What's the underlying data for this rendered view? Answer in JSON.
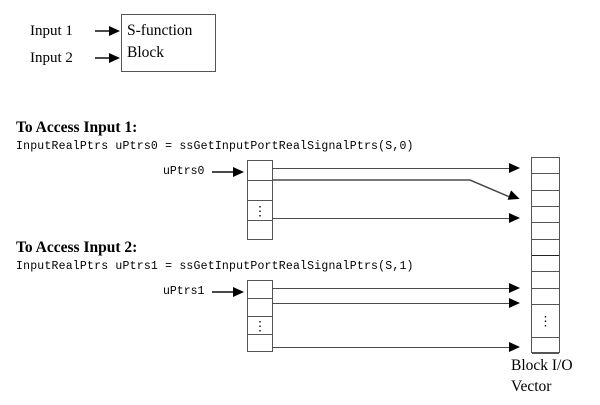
{
  "diagram": {
    "title_block": {
      "line1": "S-function",
      "line2": "Block"
    },
    "inputs": [
      {
        "label": "Input 1"
      },
      {
        "label": "Input 2"
      }
    ],
    "sections": [
      {
        "heading": "To Access Input 1:",
        "code": "InputRealPtrs uPtrs0 = ssGetInputPortRealSignalPtrs(S,0)",
        "pointer_label": "uPtrs0",
        "cells": [
          "",
          "",
          "⋮",
          ""
        ]
      },
      {
        "heading": "To Access Input 2:",
        "code": "InputRealPtrs uPtrs1 = ssGetInputPortRealSignalPtrs(S,1)",
        "pointer_label": "uPtrs1",
        "cells": [
          "",
          "",
          "⋮",
          ""
        ]
      }
    ],
    "io_vector": {
      "caption_line1": "Block I/O",
      "caption_line2": "Vector",
      "cells": [
        "",
        "",
        "",
        "",
        "",
        "",
        "",
        "",
        "",
        "⋮",
        "",
        ""
      ]
    },
    "colors": {
      "stroke": "#555555",
      "arrow": "#000000",
      "line": "#4a4a4a",
      "text": "#000000",
      "background": "#ffffff"
    }
  }
}
